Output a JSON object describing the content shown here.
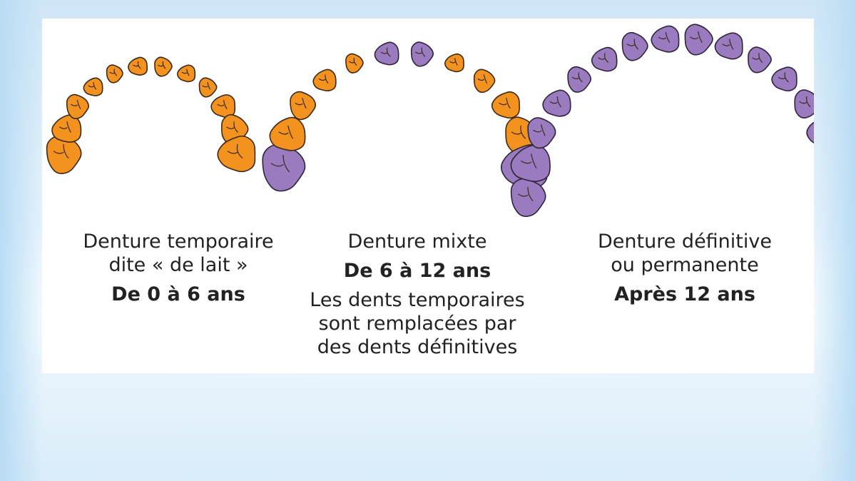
{
  "colors": {
    "temporary_tooth": "#f4921f",
    "permanent_tooth": "#9b7bbf",
    "text": "#222222",
    "panel": "#ffffff"
  },
  "stages": [
    {
      "title_line1": "Denture temporaire",
      "title_line2": "dite « de lait »",
      "age": "De 0 à 6 ans"
    },
    {
      "title_line1": "Denture mixte",
      "age": "De 6 à 12 ans",
      "desc_line1": "Les dents temporaires",
      "desc_line2": "sont remplacées par",
      "desc_line3": "des dents définitives"
    },
    {
      "title_line1": "Denture définitive",
      "title_line2": "ou permanente",
      "age": "Après 12 ans"
    }
  ]
}
